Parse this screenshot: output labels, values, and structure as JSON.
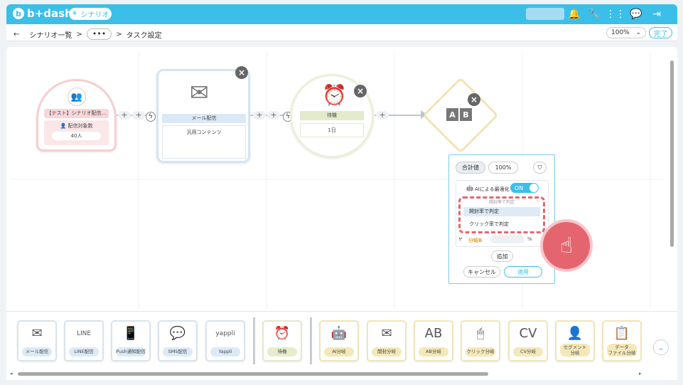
{
  "header": {
    "logo_text": "b+dash",
    "badge_label": "シナリオ",
    "icons": [
      "bell-icon",
      "wrench-icon",
      "grid-icon",
      "chat-icon",
      "logout-icon"
    ]
  },
  "breadcrumb": {
    "back": "←",
    "item1": "シナリオ一覧",
    "sep": ">",
    "more": "•••",
    "item3": "タスク設定"
  },
  "toolbar": {
    "zoom_value": "100%",
    "zoom_arrow": "⌄",
    "done_label": "完了"
  },
  "nodes": {
    "start": {
      "icon": "users-icon",
      "title": "【テスト】シナリオ配信…",
      "count_label": "配信対象数",
      "count_value": "40人"
    },
    "mail": {
      "label": "メール配信",
      "content": "汎用コンテンツ"
    },
    "wait": {
      "label": "待機",
      "value": "1日"
    },
    "ab": {
      "a": "A",
      "b": "B"
    }
  },
  "connector": {
    "plus": "+",
    "close": "×",
    "bolt": "ϟ"
  },
  "panel": {
    "total_label": "合計値",
    "total_value": "100%",
    "ai_label": "AIによる最適化",
    "toggle_label": "ON",
    "dropdown_header": "開封率で判定",
    "options": [
      "開封率で判定",
      "クリック率で判定"
    ],
    "split_label": "分岐B",
    "percent": "%",
    "add_label": "追加",
    "cancel_label": "キャンセル",
    "apply_label": "適用"
  },
  "palette": [
    {
      "label": "メール配信",
      "icon": "✉",
      "color": "blue"
    },
    {
      "label": "LINE配信",
      "icon": "LINE",
      "color": "blue"
    },
    {
      "label": "Push通知配信",
      "icon": "📱",
      "color": "blue"
    },
    {
      "label": "SMS配信",
      "icon": "💬",
      "color": "blue"
    },
    {
      "label": "Yappli",
      "icon": "yappli",
      "color": "blue"
    },
    {
      "label": "待機",
      "icon": "⏰",
      "color": "green"
    },
    {
      "label": "AI分岐",
      "icon": "🤖",
      "color": "yellow"
    },
    {
      "label": "開封分岐",
      "icon": "✉",
      "color": "yellow"
    },
    {
      "label": "AB分岐",
      "icon": "AB",
      "color": "yellow"
    },
    {
      "label": "クリック分岐",
      "icon": "🖱",
      "color": "yellow"
    },
    {
      "label": "CV分岐",
      "icon": "CV",
      "color": "yellow"
    },
    {
      "label": "セグメント\n分岐",
      "icon": "👤",
      "color": "yellow"
    },
    {
      "label": "データ\nファイル分岐",
      "icon": "📋",
      "color": "yellow"
    }
  ],
  "colors": {
    "accent": "#3bbfe9",
    "danger": "#e4656f"
  }
}
